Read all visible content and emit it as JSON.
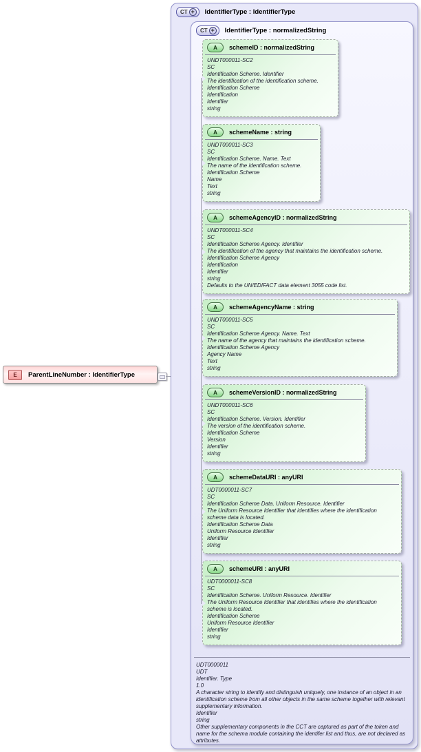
{
  "badges": {
    "complex_type": "CT",
    "attribute": "A",
    "element": "E"
  },
  "icons": {
    "plus": "+"
  },
  "outer_type": {
    "title": "IdentifierType : IdentifierType"
  },
  "inner_type": {
    "title": "IdentifierType : normalizedString"
  },
  "element": {
    "title": "ParentLineNumber : IdentifierType"
  },
  "attributes": [
    {
      "title": "schemeID : normalizedString",
      "lines": [
        "UNDT000011-SC2",
        "SC",
        "Identification Scheme. Identifier",
        "The identification of the identification scheme.",
        "Identification Scheme",
        "Identification",
        "Identifier",
        "string"
      ]
    },
    {
      "title": "schemeName : string",
      "lines": [
        "UNDT000011-SC3",
        "SC",
        "Identification Scheme. Name. Text",
        "The name of the identification scheme.",
        "Identification Scheme",
        "Name",
        "Text",
        "string"
      ]
    },
    {
      "title": "schemeAgencyID : normalizedString",
      "lines": [
        "UNDT000011-SC4",
        "SC",
        "Identification Scheme Agency. Identifier",
        "The identification of the agency that maintains the identification scheme.",
        "Identification Scheme Agency",
        "Identification",
        "Identifier",
        "string",
        "Defaults to the UN/EDIFACT data element 3055 code list."
      ]
    },
    {
      "title": "schemeAgencyName : string",
      "lines": [
        "UNDT000011-SC5",
        "SC",
        "Identification Scheme Agency. Name. Text",
        "The name of the agency that maintains the identification scheme.",
        "Identification Scheme Agency",
        "Agency Name",
        "Text",
        "string"
      ]
    },
    {
      "title": "schemeVersionID : normalizedString",
      "lines": [
        "UNDT000011-SC6",
        "SC",
        "Identification Scheme. Version. Identifier",
        "The version of the identification scheme.",
        "Identification Scheme",
        "Version",
        "Identifier",
        "string"
      ]
    },
    {
      "title": "schemeDataURI : anyURI",
      "lines": [
        "UDT0000011-SC7",
        "SC",
        "Identification Scheme Data. Uniform Resource. Identifier",
        "The Uniform Resource Identifier that identifies where the identification scheme data is located.",
        "Identification Scheme Data",
        "Uniform Resource Identifier",
        "Identifier",
        "string"
      ]
    },
    {
      "title": "schemeURI : anyURI",
      "lines": [
        "UDT0000011-SC8",
        "SC",
        "Identification Scheme. Uniform Resource. Identifier",
        "The Uniform Resource Identifier that identifies where the identification scheme is located.",
        "Identification Scheme",
        "Uniform Resource Identifier",
        "Identifier",
        "string"
      ]
    }
  ],
  "type_documentation": [
    "UDT0000011",
    "UDT",
    "Identifier. Type",
    "1.0",
    "A character string to identify and distinguish uniquely, one instance of an object in an identification scheme from all other objects in the same scheme together with relevant supplementary information.",
    "Identifier",
    "string",
    "Other supplementary components in the CCT are captured as part of the token and name for the schema module containing the identifer list and thus, are not declared as attributes."
  ],
  "colors": {
    "complex_type_fill": "#e8e8f9",
    "complex_type_border": "#9191c9",
    "attribute_fill": "#c9f0c9",
    "element_fill": "#ffd6d6"
  }
}
